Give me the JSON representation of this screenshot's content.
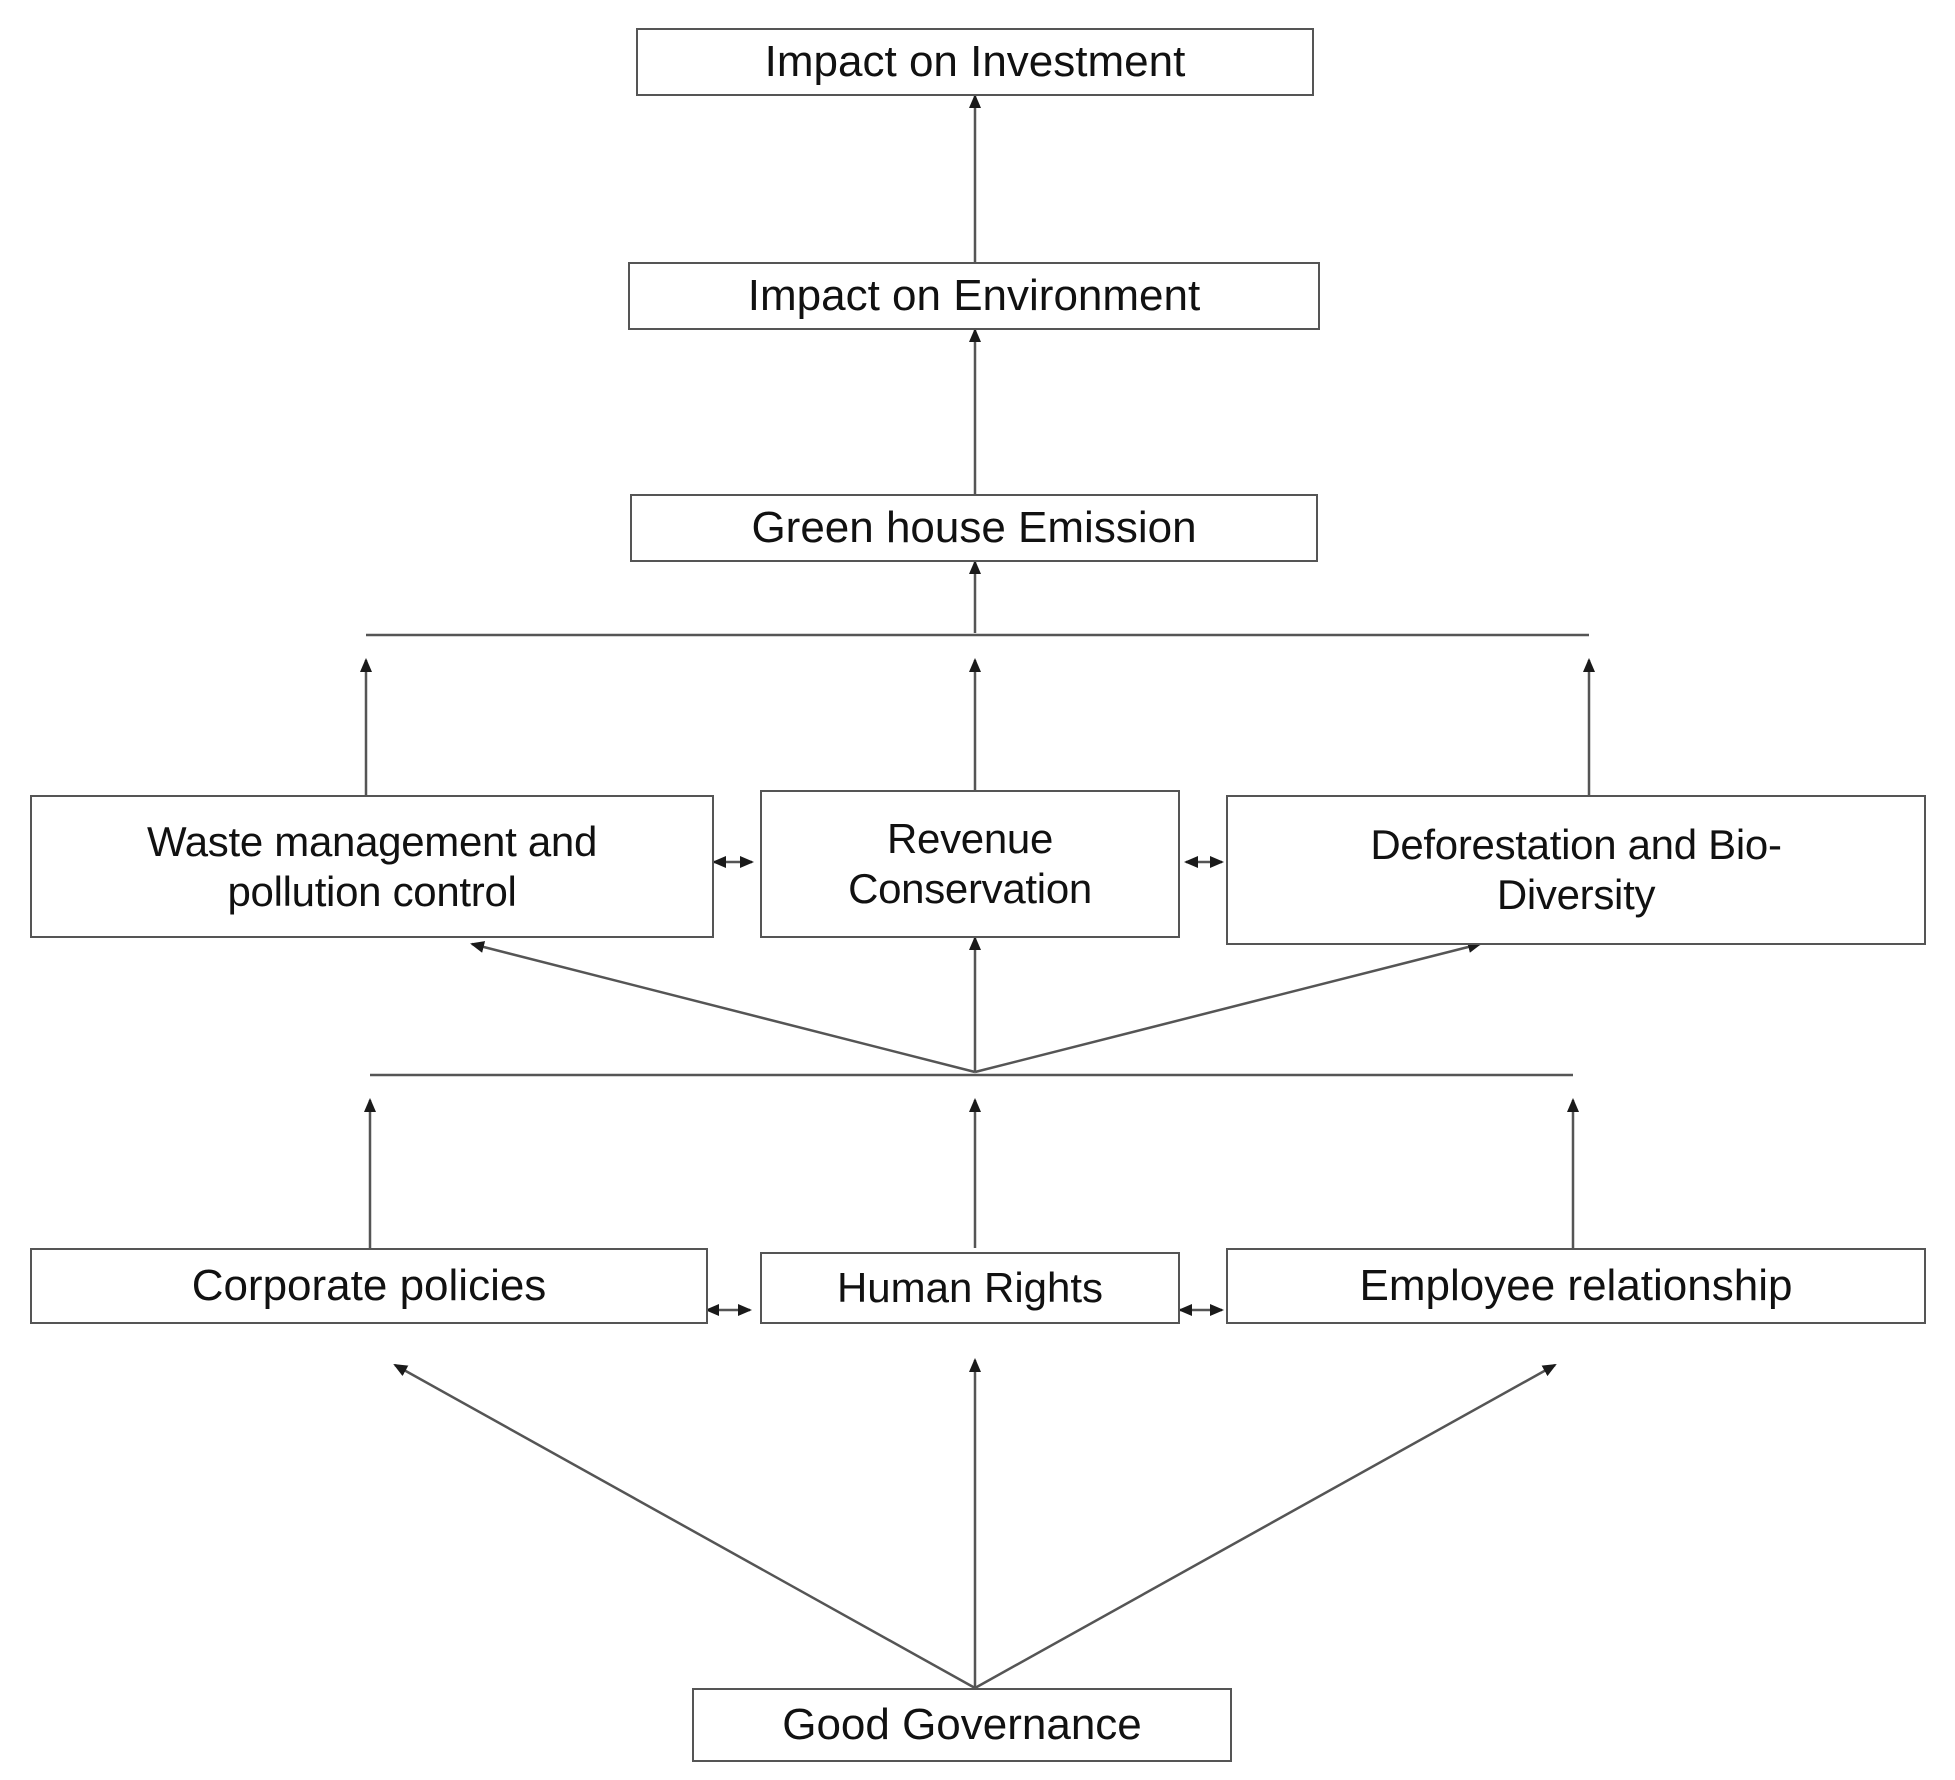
{
  "diagram": {
    "title": "Good Governance to Impact on Investment framework",
    "stroke_color": "#555555",
    "arrow_color": "#222222",
    "background": "#ffffff",
    "levels": [
      {
        "name": "outcome-top",
        "nodes": [
          {
            "id": "impact-investment",
            "label": "Impact on Investment"
          }
        ]
      },
      {
        "name": "outcome-environment",
        "nodes": [
          {
            "id": "impact-environment",
            "label": "Impact on Environment"
          }
        ]
      },
      {
        "name": "emission",
        "nodes": [
          {
            "id": "greenhouse-emission",
            "label": "Green house Emission"
          }
        ]
      },
      {
        "name": "environmental-drivers",
        "nodes": [
          {
            "id": "waste-management",
            "label": "Waste management and pollution control"
          },
          {
            "id": "revenue-conservation",
            "label": "Revenue Conservation"
          },
          {
            "id": "deforestation-biodiversity",
            "label": "Deforestation and Bio-Diversity"
          }
        ]
      },
      {
        "name": "social-drivers",
        "nodes": [
          {
            "id": "corporate-policies",
            "label": "Corporate policies"
          },
          {
            "id": "human-rights",
            "label": "Human Rights"
          },
          {
            "id": "employee-relationship",
            "label": "Employee relationship"
          }
        ]
      },
      {
        "name": "foundation",
        "nodes": [
          {
            "id": "good-governance",
            "label": "Good Governance"
          }
        ]
      }
    ],
    "nodes": {
      "impact_investment": "Impact on Investment",
      "impact_environment": "Impact on Environment",
      "greenhouse_emission": "Green house Emission",
      "waste_management_line1": "Waste management and",
      "waste_management_line2": "pollution control",
      "revenue_conservation_line1": "Revenue",
      "revenue_conservation_line2": "Conservation",
      "deforestation_line1": "Deforestation and Bio-",
      "deforestation_line2": "Diversity",
      "corporate_policies": "Corporate policies",
      "human_rights": "Human Rights",
      "employee_relationship": "Employee relationship",
      "good_governance": "Good Governance"
    },
    "edges": [
      {
        "from": "impact-environment",
        "to": "impact-investment",
        "type": "single-arrow-up"
      },
      {
        "from": "greenhouse-emission",
        "to": "impact-environment",
        "type": "single-arrow-up"
      },
      {
        "from": "environmental-drivers-bus",
        "to": "greenhouse-emission",
        "type": "single-arrow-up"
      },
      {
        "from": "waste-management",
        "to": "revenue-conservation",
        "type": "double-arrow-horizontal"
      },
      {
        "from": "revenue-conservation",
        "to": "deforestation-biodiversity",
        "type": "double-arrow-horizontal"
      },
      {
        "from": "waste-management",
        "to": "environmental-drivers-bus",
        "type": "single-arrow-up"
      },
      {
        "from": "revenue-conservation",
        "to": "environmental-drivers-bus",
        "type": "single-arrow-up"
      },
      {
        "from": "deforestation-biodiversity",
        "to": "environmental-drivers-bus",
        "type": "single-arrow-up"
      },
      {
        "from": "social-drivers-bus",
        "to": "waste-management",
        "type": "diagonal-arrow-up-left"
      },
      {
        "from": "social-drivers-bus",
        "to": "revenue-conservation",
        "type": "single-arrow-up"
      },
      {
        "from": "social-drivers-bus",
        "to": "deforestation-biodiversity",
        "type": "diagonal-arrow-up-right"
      },
      {
        "from": "corporate-policies",
        "to": "human-rights",
        "type": "double-arrow-horizontal"
      },
      {
        "from": "human-rights",
        "to": "employee-relationship",
        "type": "double-arrow-horizontal"
      },
      {
        "from": "corporate-policies",
        "to": "social-drivers-bus",
        "type": "single-arrow-up"
      },
      {
        "from": "human-rights",
        "to": "social-drivers-bus",
        "type": "single-arrow-up"
      },
      {
        "from": "employee-relationship",
        "to": "social-drivers-bus",
        "type": "single-arrow-up"
      },
      {
        "from": "good-governance",
        "to": "corporate-policies",
        "type": "diagonal-arrow-up-left"
      },
      {
        "from": "good-governance",
        "to": "human-rights",
        "type": "single-arrow-up"
      },
      {
        "from": "good-governance",
        "to": "employee-relationship",
        "type": "diagonal-arrow-up-right"
      }
    ]
  }
}
